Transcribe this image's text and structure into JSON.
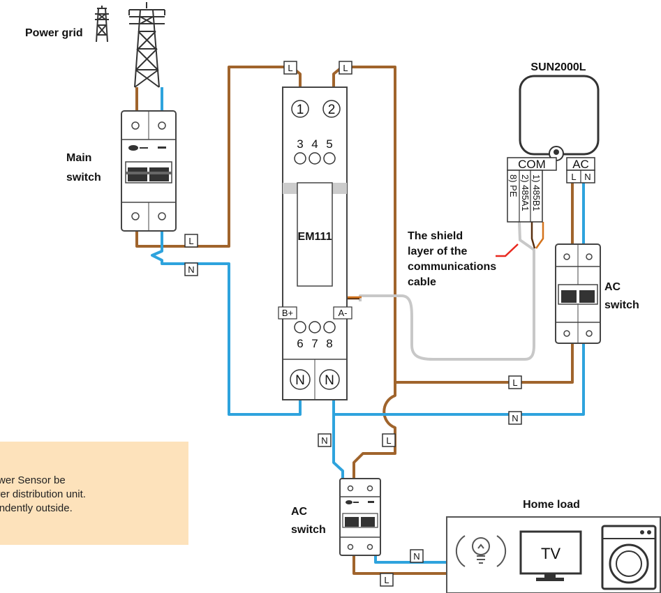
{
  "labels": {
    "power_grid": "Power grid",
    "main_switch": [
      "Main",
      "switch"
    ],
    "meter_name": "EM111",
    "inverter": "SUN2000L",
    "com": "COM",
    "ac": "AC",
    "com_pins": [
      "8) PE",
      "2) 485A1",
      "1) 485B1"
    ],
    "ac_pins": [
      "L",
      "N"
    ],
    "shield_note": [
      "The shield",
      "layer of the",
      "communications",
      "cable"
    ],
    "ac_switch_right": [
      "AC",
      "switch"
    ],
    "ac_switch_bottom": [
      "AC",
      "switch"
    ],
    "home_load": "Home load",
    "tv": "TV"
  },
  "terminals": {
    "top": [
      "1",
      "2"
    ],
    "middle_top": [
      "3",
      "4",
      "5"
    ],
    "middle_bottom": [
      "6",
      "7",
      "8"
    ],
    "bottom": [
      "N",
      "N"
    ],
    "rs485": [
      "B+",
      "A-"
    ]
  },
  "wire_tags": {
    "live": "L",
    "neutral": "N"
  },
  "note": {
    "text": "art Power Sensor be\nal power distribution unit.\nndependently outside."
  },
  "colors": {
    "live_wire": "#a0642c",
    "neutral_wire": "#2ea3dd",
    "shield_wire": "#c8c8c8",
    "note_bg": "#fde2bb",
    "red_arrow": "#e8281e"
  }
}
